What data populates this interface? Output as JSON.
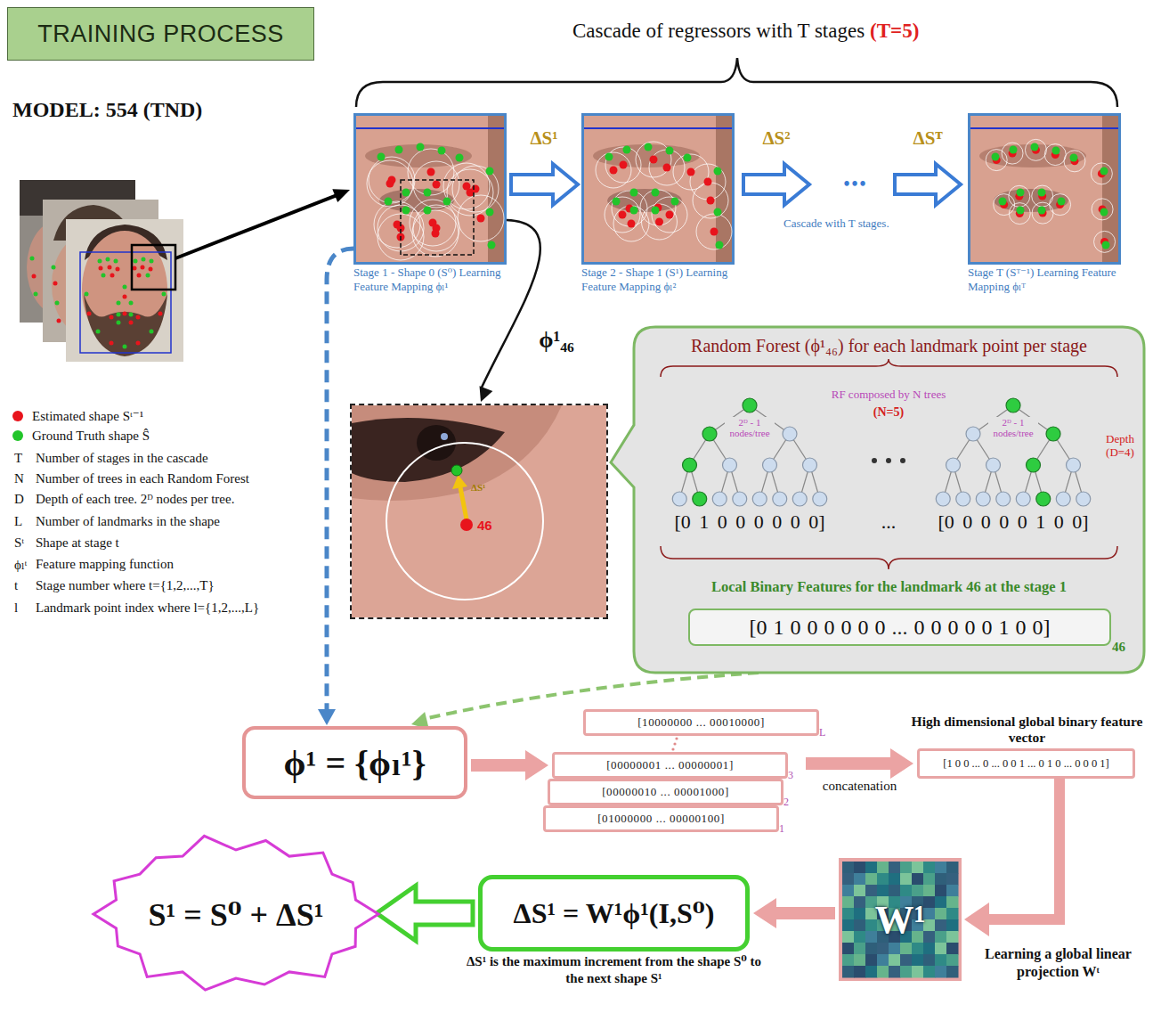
{
  "diagram": {
    "nodes": [
      {
        "text": [
          "TRAINING PROCESS"
        ]
      },
      {
        "text": [
          "Stage 1 - Shape 0 (S⁰) Learning Feature Mapping ϕₗ¹"
        ]
      },
      {
        "text": [
          "Stage 2 - Shape 1 (S¹) Learning Feature Mapping ϕₗ²"
        ]
      },
      {
        "text": [
          "Stage T (Sᵀ⁻¹) Learning Feature Mapping ϕₗᵀ"
        ]
      },
      {
        "text": [
          "ΔS¹",
          "46"
        ]
      },
      {
        "text": [
          "Random Forest (ϕ¹₄₆) for each landmark point per stage",
          "RF composed by N trees",
          "(N=5)",
          "2ᴰ - 1 nodes/tree",
          "2ᴰ - 1 nodes/tree",
          "Depth (D=4)",
          "[0 1 0 0 0 0 0 0]",
          "...",
          "[0 0 0 0 0 1 0 0]",
          "Local Binary Features for the landmark 46 at the stage 1"
        ]
      },
      {
        "text": [
          "[0 1 0 0 0 0 0 0 ... 0 0 0 0 0 1 0 0]",
          "46"
        ],
        "in": 5
      },
      {
        "text": [
          "ϕ¹ = {ϕₗ¹}"
        ]
      },
      {
        "text": [
          "[10000000 ... 00010000]",
          "L"
        ]
      },
      {
        "text": [
          "[00000001 ... 00000001]",
          "3"
        ]
      },
      {
        "text": [
          "[00000010 ... 00001000]",
          "2"
        ]
      },
      {
        "text": [
          "[01000000 ... 00000100]",
          "1"
        ]
      },
      {
        "text": [
          "High dimensional global binary feature vector",
          "[1 0 0 ... 0 ... 0 0 1 ... 0 1 0 ... 0 0 0 1]"
        ]
      },
      {
        "text": [
          "W¹",
          "Learning a global linear projection Wᵗ"
        ]
      },
      {
        "text": [
          "ΔS¹ = W¹ϕ¹(I,S⁰)",
          "ΔS¹ is the maximum increment from the shape S⁰ to the next shape S¹"
        ]
      },
      {
        "text": [
          "S¹ = S⁰ + ΔS¹"
        ]
      }
    ],
    "edges": [
      {
        "from": 1,
        "to": 2,
        "arrow": "to",
        "label": "ΔS¹"
      },
      {
        "from": 2,
        "to": 3,
        "arrow": "to",
        "label": "ΔS²"
      },
      {
        "from": 1,
        "to": 4,
        "arrow": "to",
        "label": "ϕ¹₄₆"
      },
      {
        "from": 1,
        "to": 7,
        "arrow": "to"
      },
      {
        "from": 5,
        "to": 7,
        "arrow": "to"
      },
      {
        "from": 7,
        "to": 9,
        "arrow": "to"
      },
      {
        "from": 9,
        "to": 12,
        "arrow": "to",
        "label": "concatenation"
      },
      {
        "from": 12,
        "to": 13,
        "arrow": "to"
      },
      {
        "from": 13,
        "to": 14,
        "arrow": "to"
      },
      {
        "from": 14,
        "to": 15,
        "arrow": "to"
      }
    ],
    "labels": [
      "MODEL: 554 (TND)",
      "Cascade of regressors with T stages",
      "(T=5)",
      "•••",
      "ΔSᵀ",
      "Cascade with T stages.",
      "T",
      "Number of stages in the cascade",
      "N",
      "Number of trees in each Random Forest",
      "D",
      "Depth of each tree. 2ᴰ nodes per tree.",
      "L",
      "Number of landmarks in the shape",
      "Sᵗ",
      "Shape at stage t",
      "ϕₗᵗ",
      "Feature mapping function",
      "t",
      "Stage number where t={1,2,...,T}",
      "l",
      "Landmark point index where l={1,2,...,L}"
    ],
    "legend": [
      {
        "text": "Estimated shape Sᵗ⁻¹",
        "color": "#e8141c"
      },
      {
        "text": "Ground Truth shape Ŝ",
        "color": "#22c52a"
      }
    ]
  }
}
